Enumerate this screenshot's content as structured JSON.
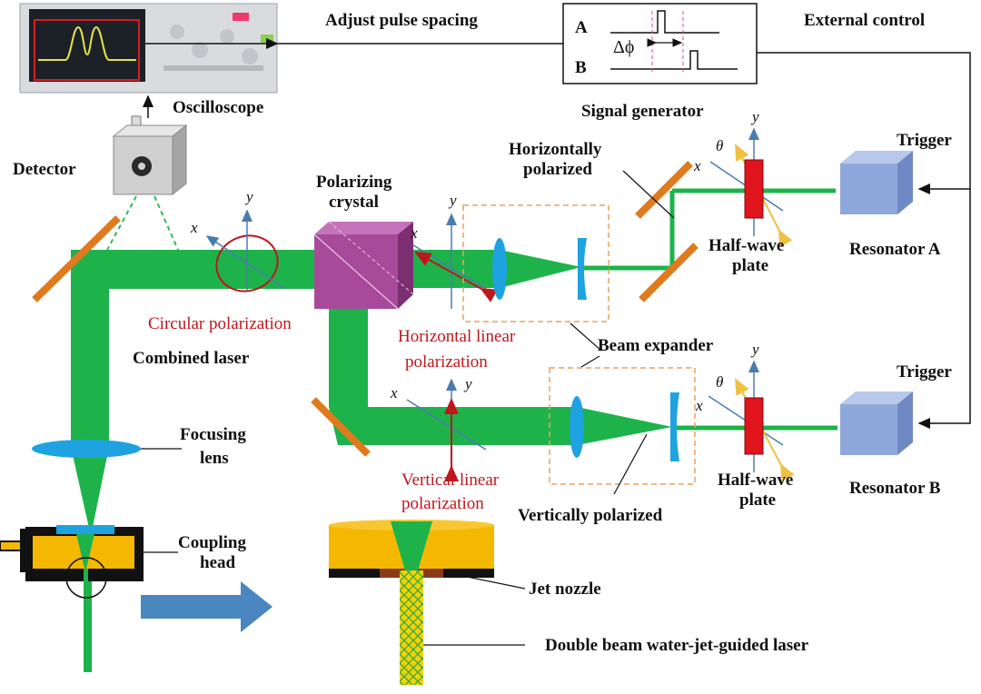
{
  "labels": {
    "adjust_pulse_spacing": "Adjust pulse spacing",
    "external_control": "External control",
    "oscilloscope": "Oscilloscope",
    "signal_generator": "Signal generator",
    "detector": "Detector",
    "polarizing_crystal_1": "Polarizing",
    "polarizing_crystal_2": "crystal",
    "horizontally_polarized_1": "Horizontally",
    "horizontally_polarized_2": "polarized",
    "trigger_a": "Trigger",
    "trigger_b": "Trigger",
    "resonator_a": "Resonator A",
    "resonator_b": "Resonator B",
    "half_wave_plate_a_1": "Half-wave",
    "half_wave_plate_a_2": "plate",
    "half_wave_plate_b_1": "Half-wave",
    "half_wave_plate_b_2": "plate",
    "circular_polarization": "Circular polarization",
    "combined_laser": "Combined laser",
    "horizontal_linear_1": "Horizontal linear",
    "horizontal_linear_2": "polarization",
    "beam_expander": "Beam expander",
    "vertical_linear_1": "Vertical linear",
    "vertical_linear_2": "polarization",
    "vertically_polarized": "Vertically polarized",
    "focusing_lens_1": "Focusing",
    "focusing_lens_2": "lens",
    "coupling_head_1": "Coupling",
    "coupling_head_2": "head",
    "jet_nozzle": "Jet nozzle",
    "double_beam": "Double beam water-jet-guided laser",
    "signal_a": "A",
    "signal_b": "B",
    "delta_phi": "Δϕ",
    "axis_x": "x",
    "axis_y": "y",
    "theta": "θ"
  },
  "colors": {
    "beam": "#1db34a",
    "mirror": "#e07a1f",
    "lens": "#1fa2e0",
    "annotation_red": "#c0161c",
    "nozzle_body": "#f5b800",
    "resonator": "#8fa8dc",
    "crystal": "#a84a9a",
    "arrow_blue": "#4a7bb0"
  }
}
